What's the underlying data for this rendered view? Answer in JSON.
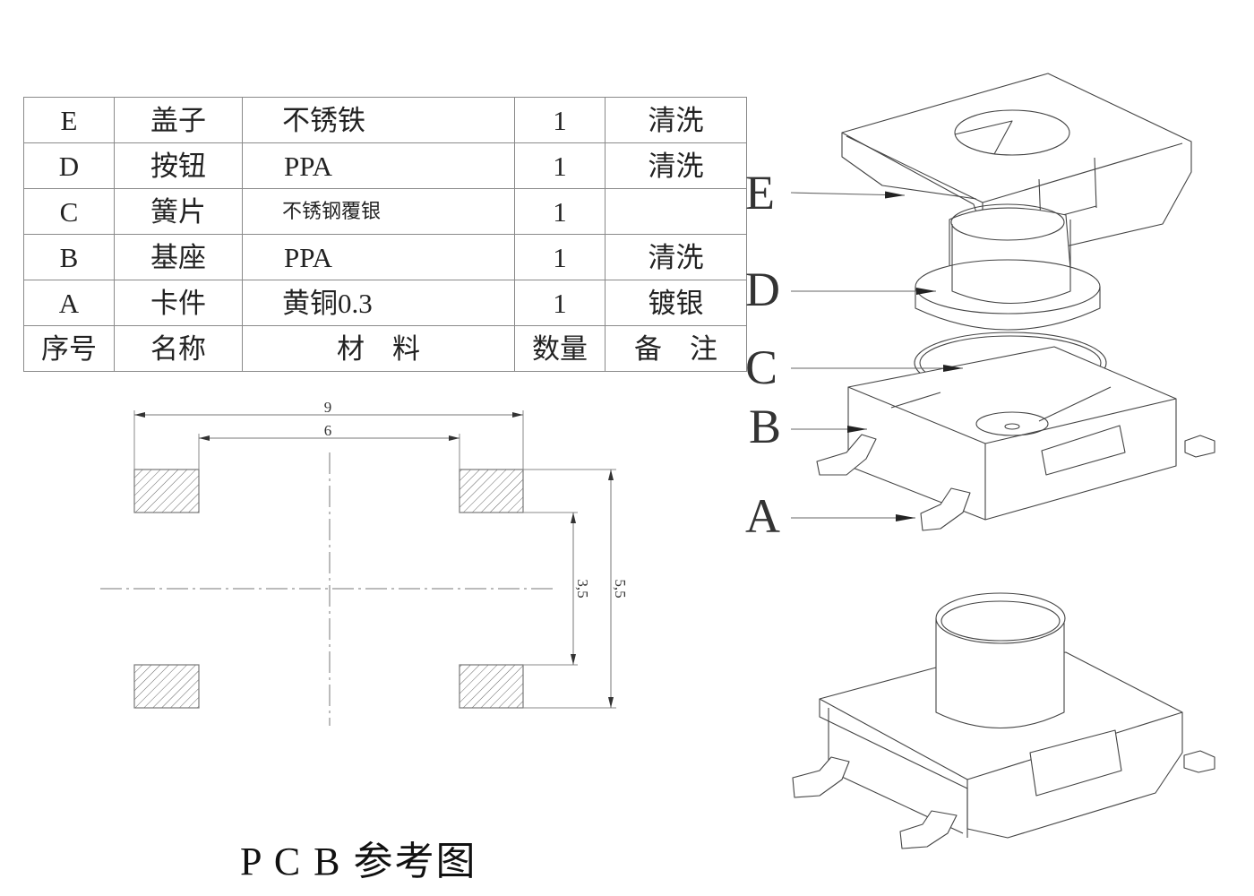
{
  "bom_table": {
    "columns": [
      "序号",
      "名称",
      "材　料",
      "数量",
      "备　注"
    ],
    "rows": [
      {
        "id": "E",
        "name": "盖子",
        "material": "不锈铁",
        "qty": "1",
        "note": "清洗"
      },
      {
        "id": "D",
        "name": "按钮",
        "material": "PPA",
        "qty": "1",
        "note": "清洗"
      },
      {
        "id": "C",
        "name": "簧片",
        "material": "不锈钢覆银",
        "qty": "1",
        "note": ""
      },
      {
        "id": "B",
        "name": "基座",
        "material": "PPA",
        "qty": "1",
        "note": "清洗"
      },
      {
        "id": "A",
        "name": "卡件",
        "material": "黄铜0.3",
        "qty": "1",
        "note": "镀银"
      }
    ]
  },
  "pcb_drawing": {
    "title": "P C B 参考图",
    "dimensions": {
      "outer_width": "9",
      "inner_width": "6",
      "inner_height": "3,5",
      "outer_height": "5,5"
    },
    "pad_count": 4
  },
  "exploded_view": {
    "callouts": [
      "E",
      "D",
      "C",
      "B",
      "A"
    ]
  },
  "colors": {
    "line": "#555555",
    "text": "#111111",
    "table_border": "#8a8a8a"
  }
}
